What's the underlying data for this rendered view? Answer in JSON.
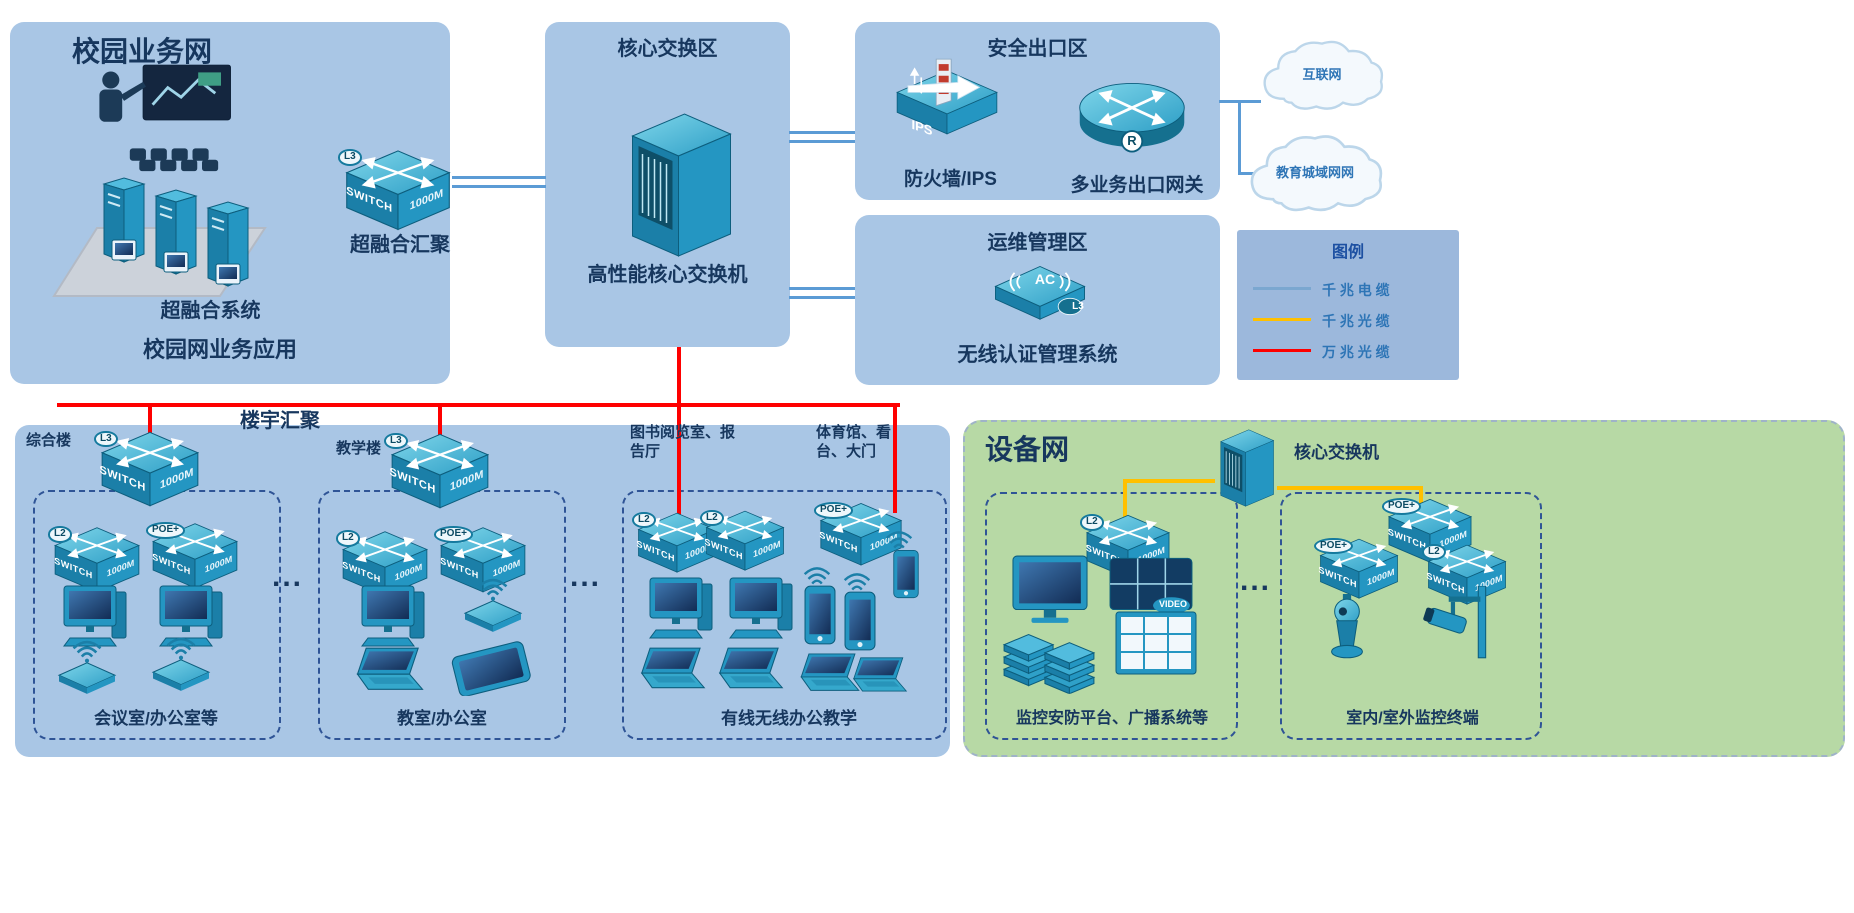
{
  "campus": {
    "title": "校园业务网",
    "system_label": "超融合系统",
    "apps_label": "校园网业务应用"
  },
  "aggregation": {
    "label": "超融合汇聚"
  },
  "core": {
    "title": "核心交换区",
    "device_label": "高性能核心交换机"
  },
  "security": {
    "title": "安全出口区",
    "firewall_label": "防火墙/IPS",
    "gateway_label": "多业务出口网关"
  },
  "clouds": {
    "internet": "互联网",
    "edu_man": "教育城域网网"
  },
  "ops": {
    "title": "运维管理区",
    "device_label": "无线认证管理系统"
  },
  "legend": {
    "title": "图例",
    "items": [
      {
        "label": "千 兆 电 缆",
        "color": "#7ba7d0"
      },
      {
        "label": "千 兆 光 缆",
        "color": "#ffc000"
      },
      {
        "label": "万 兆 光 缆",
        "color": "#fe0000"
      }
    ]
  },
  "buildings": {
    "aggregation_label": "楼宇汇聚",
    "b1_name": "综合楼",
    "b1_room": "会议室/办公室等",
    "b2_name": "教学楼",
    "b2_room": "教室/办公室",
    "b3_name_a": "图书阅览室、报告厅",
    "b3_name_b": "体育馆、看台、大门",
    "b3_room": "有线无线办公教学",
    "ellipsis": "..."
  },
  "equipment": {
    "title": "设备网",
    "core_label": "核心交换机",
    "left_room": "监控安防平台、广播系统等",
    "right_room": "室内/室外监控终端",
    "ellipsis": "..."
  },
  "device_text": {
    "switch": "SWITCH",
    "speed": "1000M",
    "l2": "L2",
    "l3": "L3",
    "poe": "POE+",
    "ips": "IPS",
    "ac": "AC",
    "r": "R",
    "video": "VIDEO"
  },
  "colors": {
    "panel_blue": "#a9c6e5",
    "panel_green": "#b7d9a5",
    "device_teal": "#2496c2",
    "line_gigabit_copper": "#5b9bd5",
    "line_gigabit_fiber": "#ffc000",
    "line_10g_fiber": "#fe0000",
    "title_navy": "#17375e"
  }
}
